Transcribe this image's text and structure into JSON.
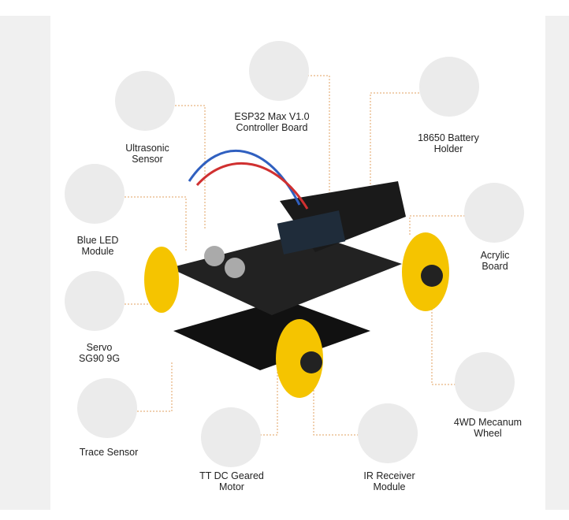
{
  "components": [
    {
      "id": "esp32",
      "lines": [
        "ESP32 Max V1.0",
        "Controller Board"
      ]
    },
    {
      "id": "ultrasonic",
      "lines": [
        "Ultrasonic",
        "Sensor"
      ]
    },
    {
      "id": "battery",
      "lines": [
        "18650 Battery",
        "Holder"
      ]
    },
    {
      "id": "blue-led",
      "lines": [
        "Blue LED",
        "Module"
      ]
    },
    {
      "id": "acrylic",
      "lines": [
        "Acrylic",
        "Board"
      ]
    },
    {
      "id": "servo",
      "lines": [
        "Servo",
        "SG90 9G"
      ]
    },
    {
      "id": "mecanum",
      "lines": [
        "4WD Mecanum",
        "Wheel"
      ]
    },
    {
      "id": "trace",
      "lines": [
        "Trace Sensor"
      ]
    },
    {
      "id": "tt-motor",
      "lines": [
        "TT DC Geared",
        "Motor"
      ]
    },
    {
      "id": "ir",
      "lines": [
        "IR Receiver",
        "Module"
      ]
    }
  ],
  "colors": {
    "leader_line": "#e0a060",
    "wheel": "#f5c400",
    "board": "#1a1a1a",
    "circle": "#ebebeb"
  }
}
